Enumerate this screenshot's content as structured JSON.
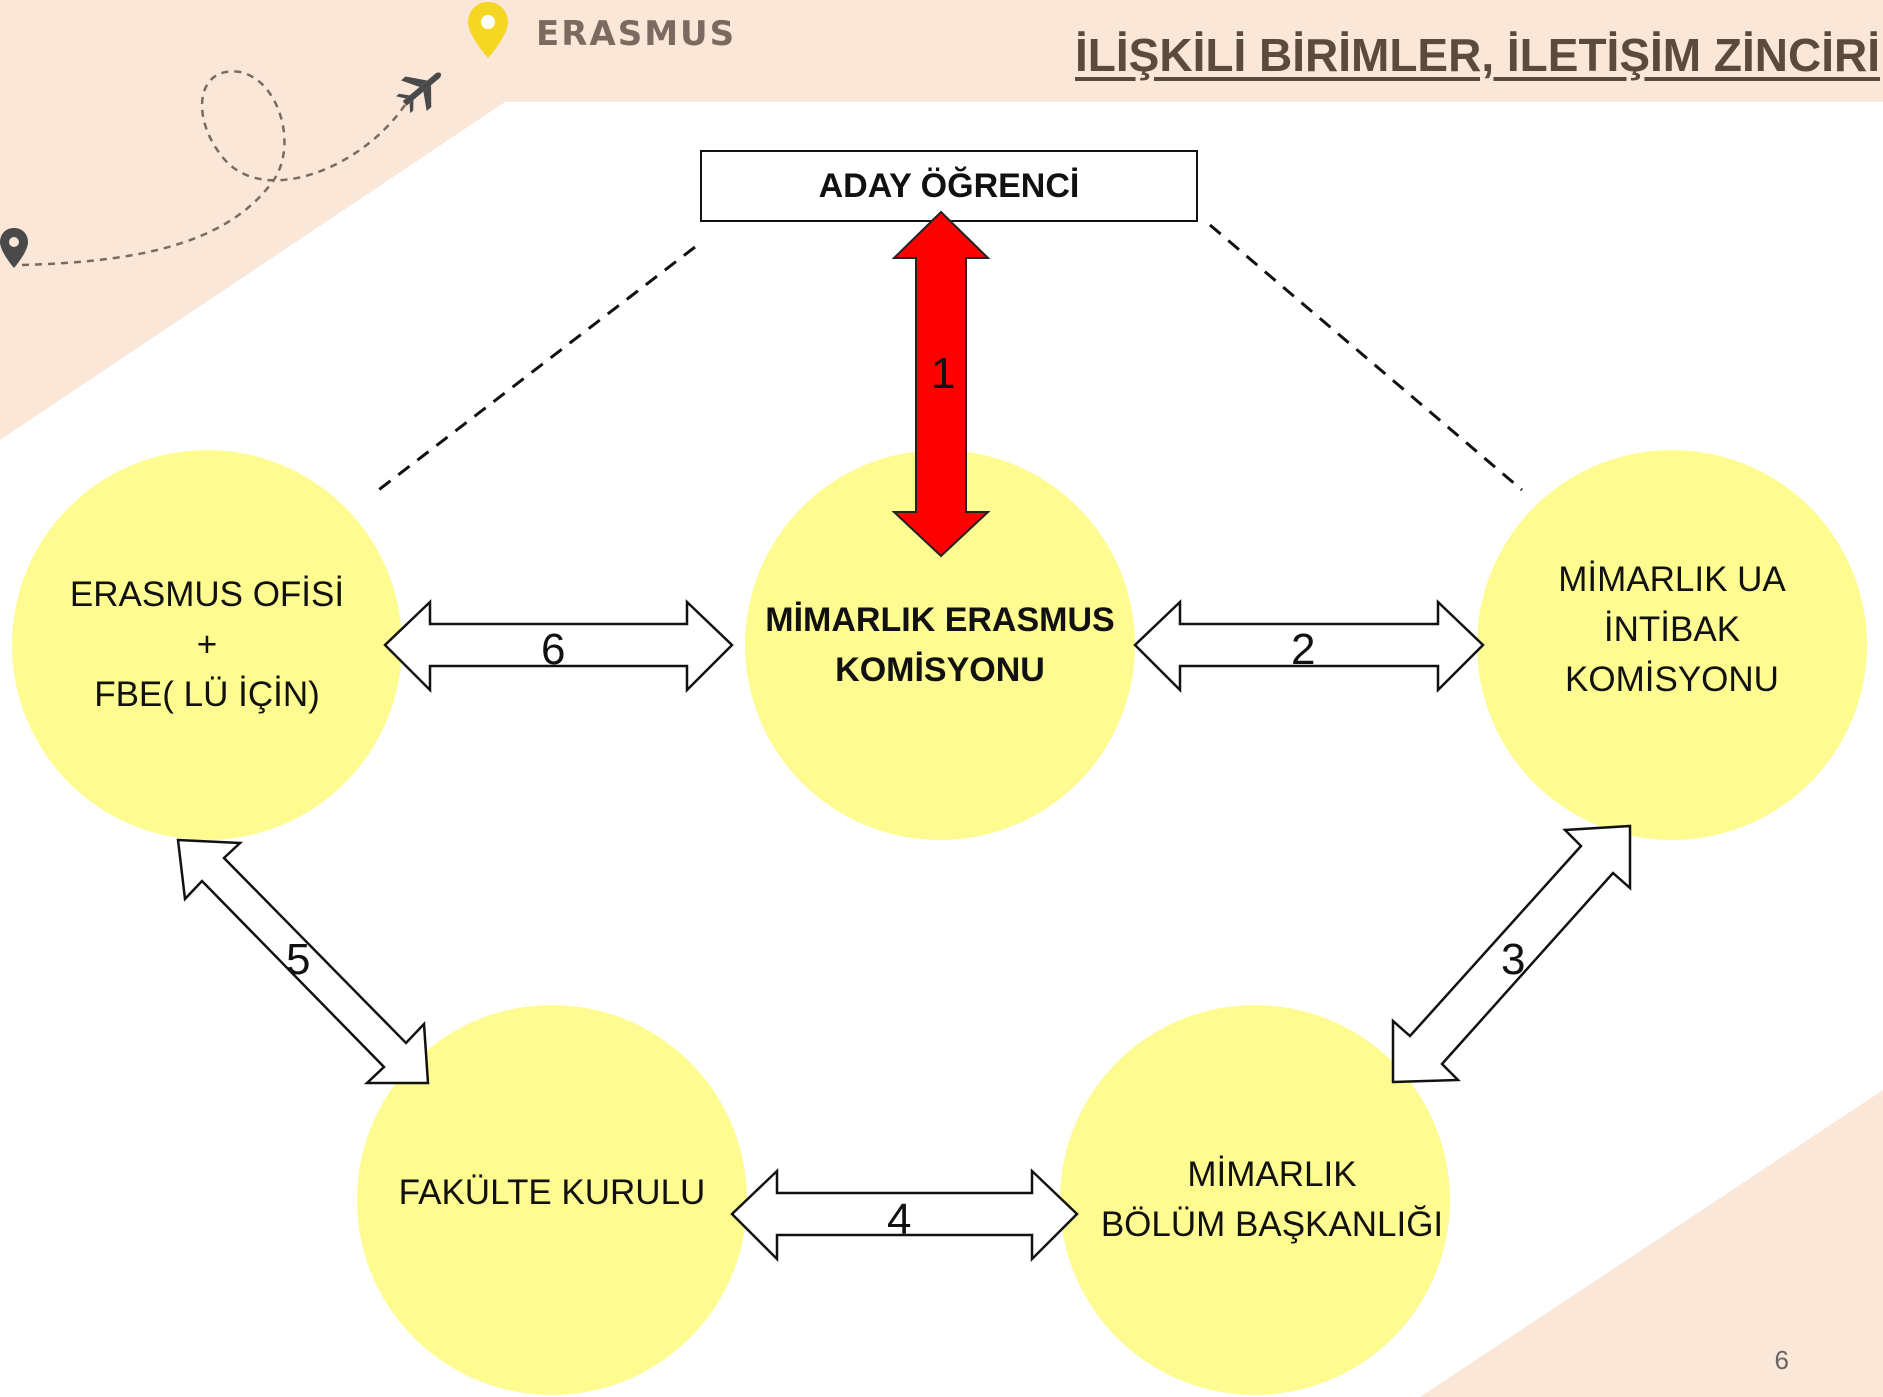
{
  "header": {
    "brand": "ERASMUS",
    "title": "İLİŞKİLİ BİRİMLER, İLETİŞİM ZİNCİRİ"
  },
  "colors": {
    "background_band": "#fbe7d8",
    "circle_fill": "#fefc90",
    "red_arrow": "#ff0000",
    "pin": "#f5d623"
  },
  "diagram": {
    "top_box": "ADAY ÖĞRENCİ",
    "nodes": {
      "erasmus_office": [
        "ERASMUS OFİSİ",
        "+",
        "FBE( LÜ İÇİN)"
      ],
      "commission": [
        "MİMARLIK ERASMUS",
        "KOMİSYONU"
      ],
      "adaptation": [
        "MİMARLIK UA",
        "İNTİBAK",
        "KOMİSYONU"
      ],
      "faculty_board": [
        "FAKÜLTE KURULU"
      ],
      "department_head": [
        "MİMARLIK",
        "BÖLÜM BAŞKANLIĞI"
      ]
    },
    "arrow_numbers": {
      "n1": "1",
      "n2": "2",
      "n3": "3",
      "n4": "4",
      "n5": "5",
      "n6": "6"
    }
  },
  "footer": {
    "page_number": "6"
  }
}
